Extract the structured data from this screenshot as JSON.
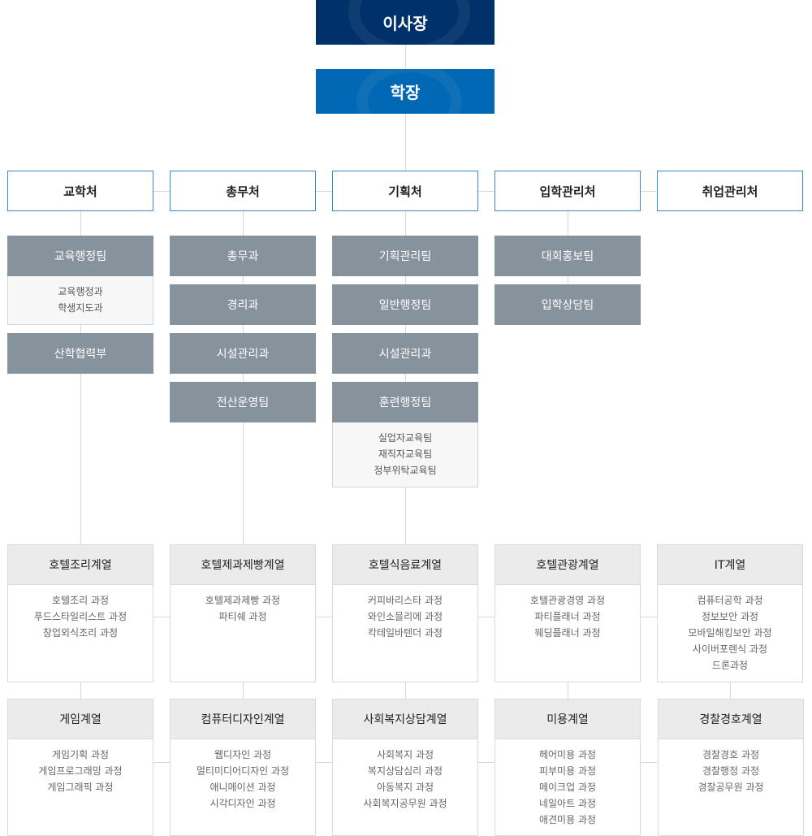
{
  "top": {
    "chairman": "이사장",
    "president": "학장"
  },
  "colors": {
    "chairman": "#00316a",
    "president": "#0068b4",
    "team": "#86929c",
    "dept_border": "#3a8ad0"
  },
  "departments": [
    {
      "name": "교학처",
      "teams": [
        {
          "name": "교육행정팀",
          "subs": [
            "교육행정과",
            "학생지도과"
          ]
        },
        {
          "name": "산학협력부"
        }
      ]
    },
    {
      "name": "총무처",
      "teams": [
        {
          "name": "총무과"
        },
        {
          "name": "경리과"
        },
        {
          "name": "시설관리과"
        },
        {
          "name": "전산운영팀"
        }
      ]
    },
    {
      "name": "기획처",
      "teams": [
        {
          "name": "기획관리팀"
        },
        {
          "name": "일반행정팀"
        },
        {
          "name": "시설관리과"
        },
        {
          "name": "훈련행정팀",
          "subs": [
            "실업자교육팀",
            "재직자교육팀",
            "정부위탁교육팀"
          ]
        }
      ]
    },
    {
      "name": "입학관리처",
      "teams": [
        {
          "name": "대회홍보팀"
        },
        {
          "name": "입학상담팀"
        }
      ]
    },
    {
      "name": "취업관리처",
      "teams": []
    }
  ],
  "series": [
    [
      {
        "name": "호텔조리계열",
        "courses": [
          "호텔조리 과정",
          "푸드스타일리스트 과정",
          "창업외식조리 과정"
        ]
      },
      {
        "name": "호텔제과제빵계열",
        "courses": [
          "호텔제과제빵 과정",
          "파티쉐 과정"
        ]
      },
      {
        "name": "호텔식음료계열",
        "courses": [
          "커피바리스타 과정",
          "와인소믈리에 과정",
          "칵테일바텐더 과정"
        ]
      },
      {
        "name": "호텔관광계열",
        "courses": [
          "호텔관광경영 과정",
          "파티플래너 과정",
          "웨딩플래너 과정"
        ]
      },
      {
        "name": "IT계열",
        "courses": [
          "컴퓨터공학 과정",
          "정보보안 과정",
          "모바일해킹보안 과정",
          "사이버포렌식 과정",
          "드론과정"
        ]
      }
    ],
    [
      {
        "name": "게임계열",
        "courses": [
          "게임기획 과정",
          "게임프로그래밍 과정",
          "게임그래픽 과정"
        ]
      },
      {
        "name": "컴퓨터디자인계열",
        "courses": [
          "웹디자인 과정",
          "멀티미디어디자인 과정",
          "애니메이션 과정",
          "시각디자인 과정"
        ]
      },
      {
        "name": "사회복지상담계열",
        "courses": [
          "사회복지 과정",
          "복지상담심리 과정",
          "아동복지 과정",
          "사회복지공무원 과정"
        ]
      },
      {
        "name": "미용계열",
        "courses": [
          "헤어미용 과정",
          "피부미용 과정",
          "메이크업 과정",
          "네일아트 과정",
          "애견미용 과정"
        ]
      },
      {
        "name": "경찰경호계열",
        "courses": [
          "경찰경호 과정",
          "경찰행정 과정",
          "경찰공무원 과정"
        ]
      }
    ]
  ]
}
